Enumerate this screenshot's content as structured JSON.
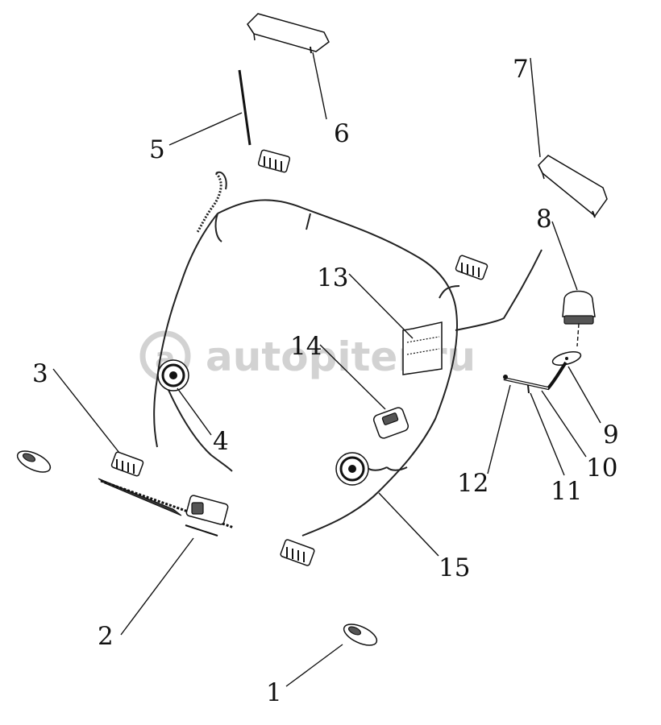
{
  "watermark": {
    "text": "autopiter.ru"
  },
  "callouts": {
    "c1": "1",
    "c2": "2",
    "c3": "3",
    "c4": "4",
    "c5": "5",
    "c6": "6",
    "c7": "7",
    "c8": "8",
    "c9": "9",
    "c10": "10",
    "c11": "11",
    "c12": "12",
    "c13": "13",
    "c14": "14",
    "c15": "15"
  }
}
